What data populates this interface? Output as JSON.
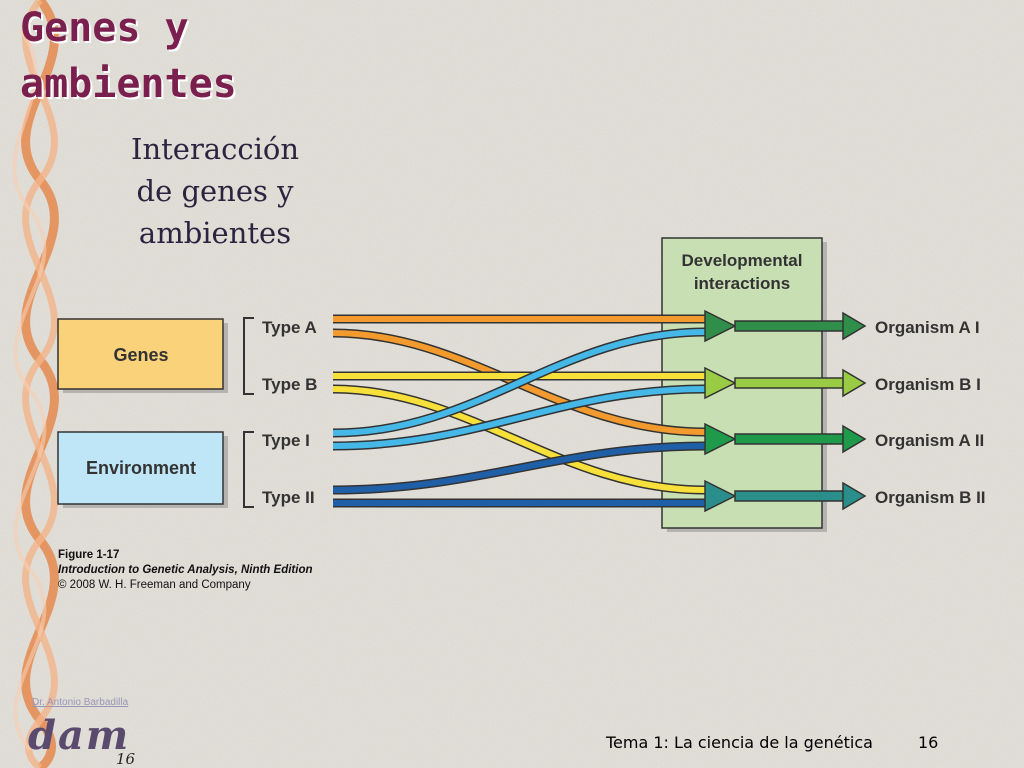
{
  "title": {
    "line1": "Genes y",
    "line2": "ambientes"
  },
  "subtitle": {
    "line1": "Interacción",
    "line2": "de genes y",
    "line3": "ambientes"
  },
  "diagram": {
    "box_genes": "Genes",
    "box_environment": "Environment",
    "box_development_line1": "Developmental",
    "box_development_line2": "interactions",
    "type_a": "Type A",
    "type_b": "Type B",
    "type_i": "Type I",
    "type_ii": "Type II",
    "organism_a_i": "Organism A I",
    "organism_b_i": "Organism B I",
    "organism_a_ii": "Organism A II",
    "organism_b_ii": "Organism B II",
    "colors": {
      "genes_box": "#f9d27a",
      "environment_box": "#bfe6f7",
      "development_box": "#c8dfb4",
      "type_a": "#f29a2e",
      "type_b": "#f7e03a",
      "type_i": "#45b8e8",
      "type_ii": "#1f5fa8",
      "arrow_a_i": "#2f8f4a",
      "arrow_b_i": "#9acb45",
      "arrow_a_ii": "#1f9a4a",
      "arrow_b_ii": "#2a8f8a"
    }
  },
  "caption": {
    "figure": "Figure 1-17",
    "book": "Introduction to Genetic Analysis, Ninth Edition",
    "copyright": "© 2008 W. H. Freeman and Company"
  },
  "footer": {
    "author": "Dr. Antonio Barbadilla",
    "logo": "dam",
    "logo_number": "16",
    "topic": "Tema 1: La ciencia de la genética",
    "page": "16"
  }
}
